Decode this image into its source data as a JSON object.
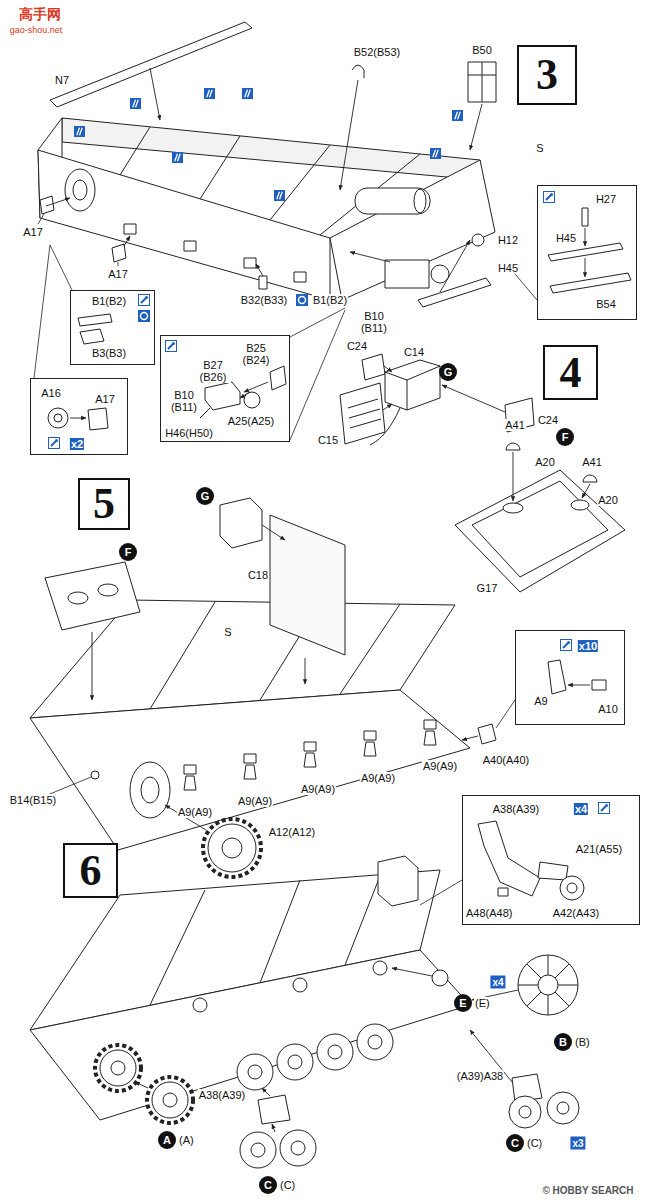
{
  "diagram": {
    "nodes": [
      {
        "text": [
          "3"
        ]
      },
      {
        "text": [
          "H27",
          "H45",
          "B54"
        ]
      },
      {
        "text": [
          "B1(B2)",
          "B3(B3)"
        ]
      },
      {
        "text": [
          "A16",
          "A17",
          "x2"
        ]
      },
      {
        "text": [
          "B25 (B24)",
          "B27 (B26)",
          "B10 (B11)",
          "A25(A25)",
          "H46(H50)"
        ]
      },
      {
        "text": [
          "4"
        ]
      },
      {
        "text": [
          "G"
        ]
      },
      {
        "text": [
          "F"
        ]
      },
      {
        "text": [
          "5"
        ]
      },
      {
        "text": [
          "G"
        ]
      },
      {
        "text": [
          "F"
        ]
      },
      {
        "text": [
          "x10",
          "A9",
          "A10"
        ]
      },
      {
        "text": [
          "6"
        ]
      },
      {
        "text": [
          "x4",
          "A38(A39)",
          "A21(A55)",
          "A48(A48)",
          "A42(A43)"
        ]
      },
      {
        "text": [
          "E",
          "(E)"
        ]
      },
      {
        "text": [
          "B",
          "(B)"
        ]
      },
      {
        "text": [
          "A",
          "(A)"
        ]
      },
      {
        "text": [
          "C",
          "(C)"
        ]
      },
      {
        "text": [
          "C",
          "(C)"
        ]
      }
    ],
    "labels": [
      "高手网",
      "gao-shou.net",
      "N7",
      "B52(B53)",
      "B50",
      "S",
      "A17",
      "A17",
      "H12",
      "H45",
      "B32(B33)",
      "B1(B2)",
      "B10 (B11)",
      "C24",
      "C14",
      "C15",
      "C24",
      "A41",
      "A20",
      "A41",
      "A20",
      "G17",
      "C18",
      "S",
      "A40(A40)",
      "A9(A9)",
      "A9(A9)",
      "A9(A9)",
      "A9(A9)",
      "A9(A9)",
      "B14(B15)",
      "A12(A12)",
      "x4",
      "A38(A39)",
      "(A39)A38",
      "x3",
      "© HOBBY SEARCH"
    ]
  }
}
